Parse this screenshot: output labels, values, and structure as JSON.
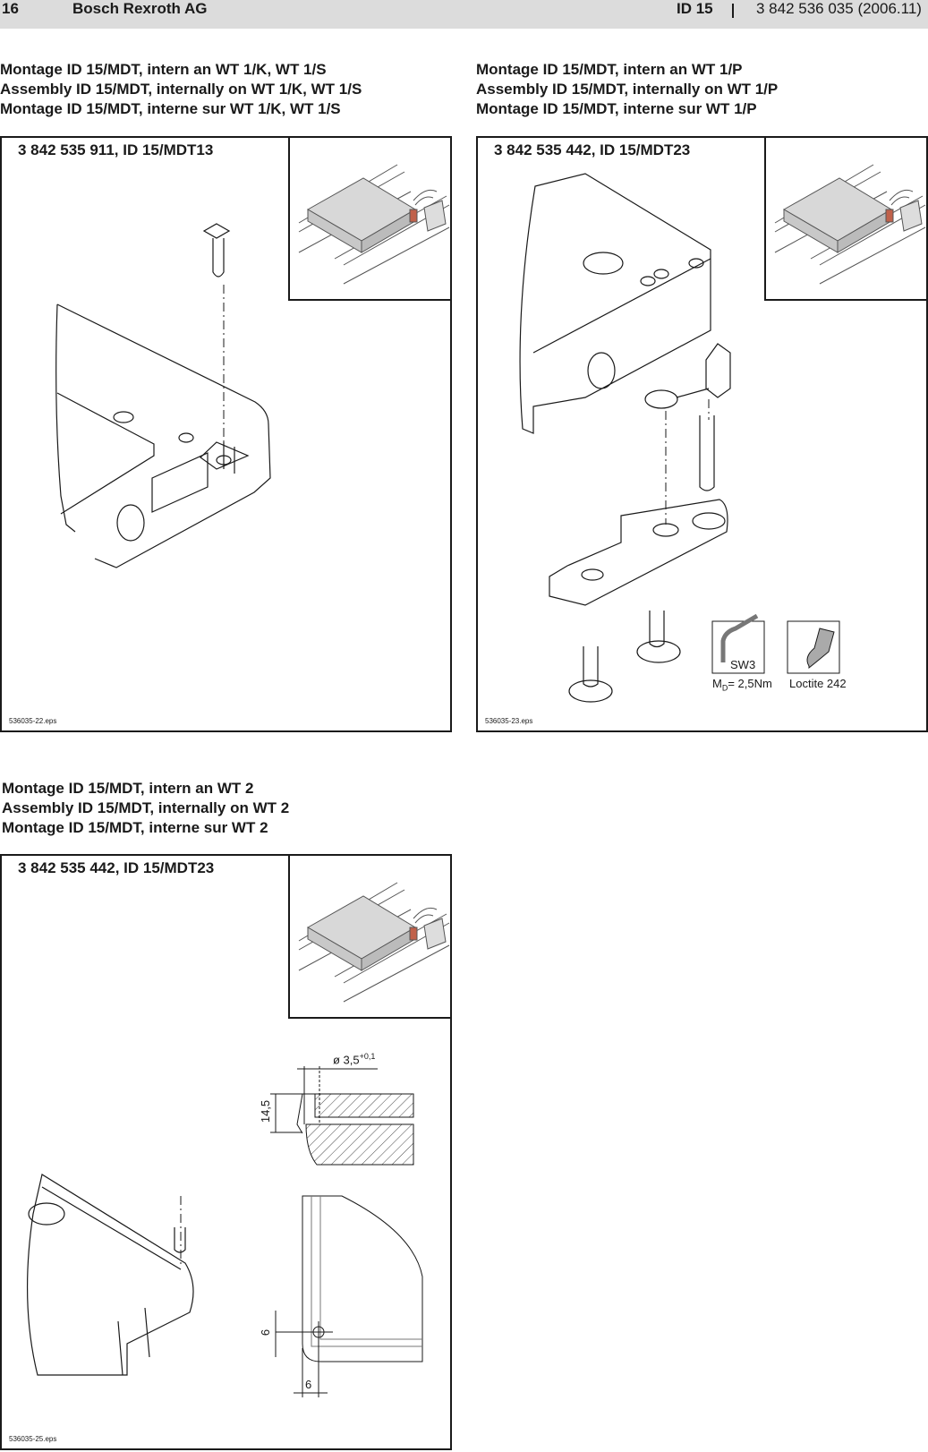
{
  "header": {
    "page_number": "16",
    "company": "Bosch Rexroth AG",
    "product": "ID 15",
    "document_number": "3 842 536 035 (2006.11)"
  },
  "sections": [
    {
      "caption": [
        "Montage ID 15/MDT, intern an WT 1/K,  WT 1/S",
        "Assembly ID 15/MDT, internally on WT 1/K,  WT 1/S",
        "Montage ID 15/MDT, interne sur WT 1/K,  WT 1/S"
      ],
      "panel_title": "3 842 535 911, ID 15/MDT13",
      "file_label": "536035-22.eps"
    },
    {
      "caption": [
        "Montage ID 15/MDT, intern an WT 1/P",
        "Assembly ID 15/MDT, internally on WT 1/P",
        "Montage ID 15/MDT, interne sur WT 1/P"
      ],
      "panel_title": "3 842 535 442, ID 15/MDT23",
      "file_label": "536035-23.eps",
      "tool_label": "SW3",
      "torque_label": "M",
      "torque_sub": "D",
      "torque_value": "= 2,5Nm",
      "adhesive_label": "Loctite 242"
    },
    {
      "caption": [
        "Montage ID 15/MDT, intern an WT 2",
        "Assembly ID 15/MDT, internally on WT 2",
        "Montage ID 15/MDT, interne sur WT 2"
      ],
      "panel_title": "3 842 535 442, ID 15/MDT23",
      "file_label": "536035-25.eps",
      "dimensions": {
        "diameter": "ø 3,5",
        "tolerance": "+0,1",
        "depth": "14,5",
        "offset_x": "6",
        "offset_y": "6"
      }
    }
  ],
  "colors": {
    "header_bg": "#dcdcdc",
    "line": "#1a1a1a",
    "accent_sensor": "#c0614a"
  }
}
